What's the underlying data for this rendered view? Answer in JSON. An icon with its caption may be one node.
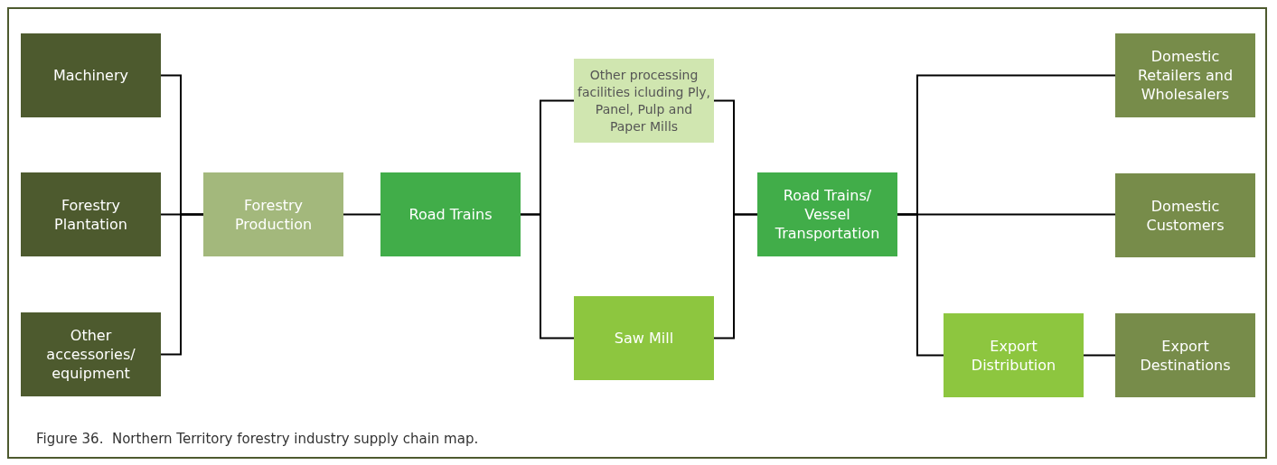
{
  "diagram": {
    "caption": "Figure 36.  Northern Territory forestry industry supply chain map.",
    "nodes": [
      {
        "text": [
          "Machinery"
        ]
      },
      {
        "text": [
          "Forestry Plantation"
        ]
      },
      {
        "text": [
          "Other accessories/ equipment"
        ]
      },
      {
        "text": [
          "Forestry Production"
        ]
      },
      {
        "text": [
          "Road Trains"
        ]
      },
      {
        "text": [
          "Other processing facilities icluding Ply, Panel, Pulp and Paper Mills"
        ]
      },
      {
        "text": [
          "Saw Mill"
        ]
      },
      {
        "text": [
          "Road Trains/ Vessel Transportation"
        ]
      },
      {
        "text": [
          "Domestic Retailers and Wholesalers"
        ]
      },
      {
        "text": [
          "Domestic Customers"
        ]
      },
      {
        "text": [
          "Export Distribution"
        ]
      },
      {
        "text": [
          "Export Destinations"
        ]
      }
    ],
    "edges": [
      {
        "from": 0,
        "to": 3,
        "arrow": "none"
      },
      {
        "from": 1,
        "to": 3,
        "arrow": "none"
      },
      {
        "from": 2,
        "to": 3,
        "arrow": "none"
      },
      {
        "from": 3,
        "to": 4,
        "arrow": "none"
      },
      {
        "from": 4,
        "to": 5,
        "arrow": "none"
      },
      {
        "from": 4,
        "to": 6,
        "arrow": "none"
      },
      {
        "from": 5,
        "to": 7,
        "arrow": "none"
      },
      {
        "from": 6,
        "to": 7,
        "arrow": "none"
      },
      {
        "from": 7,
        "to": 8,
        "arrow": "none"
      },
      {
        "from": 7,
        "to": 9,
        "arrow": "none"
      },
      {
        "from": 7,
        "to": 10,
        "arrow": "none"
      },
      {
        "from": 10,
        "to": 11,
        "arrow": "none"
      }
    ]
  }
}
